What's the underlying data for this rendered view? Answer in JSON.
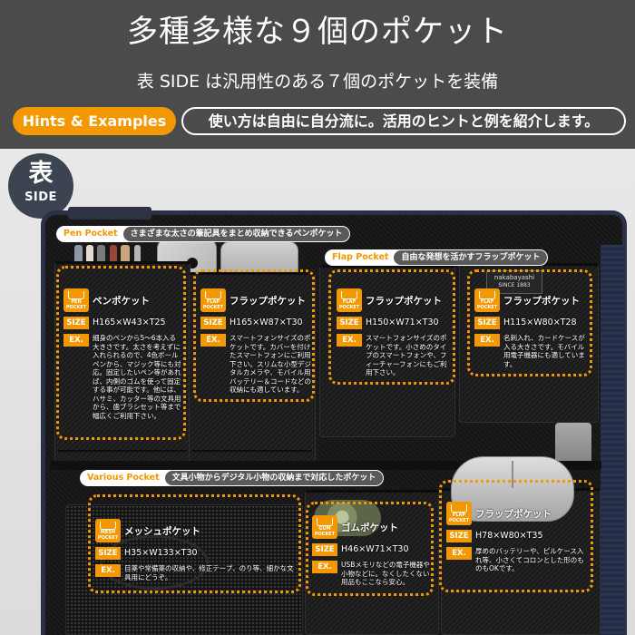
{
  "colors": {
    "accent": "#f39800",
    "header_bg": "#4b4b4b",
    "badge_bg": "#3c4452",
    "label_bg": "#5a5a5a"
  },
  "header": {
    "title": "多種多様な９個のポケット",
    "subtitle": "表 SIDE は汎用性のある７個のポケットを装備",
    "hints_label": "Hints & Examples",
    "hints_text": "使い方は自由に自分流に。活用のヒントと例を紹介します。"
  },
  "side_badge": {
    "kanji": "表",
    "label": "SIDE"
  },
  "product": {
    "brand": "nakabayashi",
    "since": "SINCE 1883"
  },
  "section_labels": {
    "pen": {
      "en": "Pen Pocket",
      "ja": "さまざまな太さの筆記具をまとめ収納できるペンポケット"
    },
    "flap": {
      "en": "Flap Pocket",
      "ja": "自由な発想を活かすフラップポケット"
    },
    "various": {
      "en": "Various Pocket",
      "ja": "文具小物からデジタル小物の収納まで対応したポケット"
    }
  },
  "badges": {
    "size": "SIZE",
    "ex": "EX."
  },
  "pockets": [
    {
      "icon": "pen-pocket-icon",
      "icon_label": "PEN POCKET",
      "name": "ペンポケット",
      "size": "H165×W43×T25",
      "ex": "細身のペンから5～6本入る大きさです。太さを考えずに入れられるので、4色ボールペンから、マジック等にも対応。固定したいペン等があれば、内側のゴムを使って固定する事が可能です。他には、ハサミ、カッター等の文具用から、歯ブラシセット等まで幅広くご利用下さい。"
    },
    {
      "icon": "flap-pocket-icon",
      "icon_label": "FLAP POCKET",
      "name": "フラップポケット",
      "size": "H165×W87×T30",
      "ex": "スマートフォンサイズのポケットです。カバーを付けたスマートフォンにご利用下さい。スリムな小型デジタルカメラや、モバイル用バッテリー＆コードなどの収納にも適しています。"
    },
    {
      "icon": "flap-pocket-icon",
      "icon_label": "FLAP POCKET",
      "name": "フラップポケット",
      "size": "H150×W71×T30",
      "ex": "スマートフォンサイズのポケットです。小さめのタイプのスマートフォンや、フィーチャーフォンにもご利用下さい。"
    },
    {
      "icon": "flap-pocket-icon",
      "icon_label": "FLAP POCKET",
      "name": "フラップポケット",
      "size": "H115×W80×T28",
      "ex": "名刺入れ、カードケースが入る大きさです。モバイル用電子機器にも適しています。"
    },
    {
      "icon": "mesh-pocket-icon",
      "icon_label": "MESH POCKET",
      "name": "メッシュポケット",
      "size": "H35×W133×T30",
      "ex": "目薬や常備薬の収納や、修正テープ、のり等、細かな文具用にどうぞ。"
    },
    {
      "icon": "gum-pocket-icon",
      "icon_label": "GUM POCKET",
      "name": "ゴムポケット",
      "size": "H46×W71×T30",
      "ex": "USBメモリなどの電子機器や小物などに。なくしたくない用品もここなら安心。"
    },
    {
      "icon": "flap-pocket-icon",
      "icon_label": "FLAP POCKET",
      "name": "フラップポケット",
      "size": "H78×W80×T35",
      "ex": "厚めのバッテリーや、ピルケース入れ等、小さくてコロンとした形のものもOKです。"
    }
  ]
}
